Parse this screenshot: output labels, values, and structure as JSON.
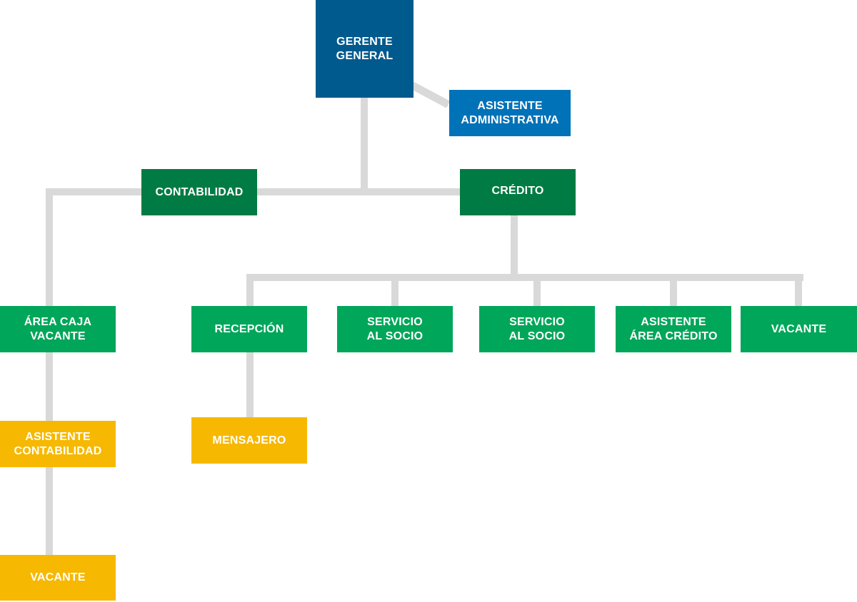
{
  "colors": {
    "connector": "#d9d9d9",
    "gerente": "#005a8e",
    "asistente_admin": "#0072b8",
    "area_heads": "#007b43",
    "staff": "#00a659",
    "support": "#f6b800",
    "text": "#ffffff"
  },
  "nodes": {
    "gerente_general": "GERENTE\nGENERAL",
    "asistente_administrativa": "ASISTENTE\nADMINISTRATIVA",
    "contabilidad": "CONTABILIDAD",
    "credito": "CRÉDITO",
    "area_caja_vacante": "ÁREA CAJA\nVACANTE",
    "recepcion": "RECEPCIÓN",
    "servicio_socio_1": "SERVICIO\nAL SOCIO",
    "servicio_socio_2": "SERVICIO\nAL SOCIO",
    "asistente_area_credito": "ASISTENTE\nÁREA CRÉDITO",
    "vacante_credito": "VACANTE",
    "asistente_contabilidad": "ASISTENTE\nCONTABILIDAD",
    "mensajero": "MENSAJERO",
    "vacante_contabilidad": "VACANTE"
  }
}
